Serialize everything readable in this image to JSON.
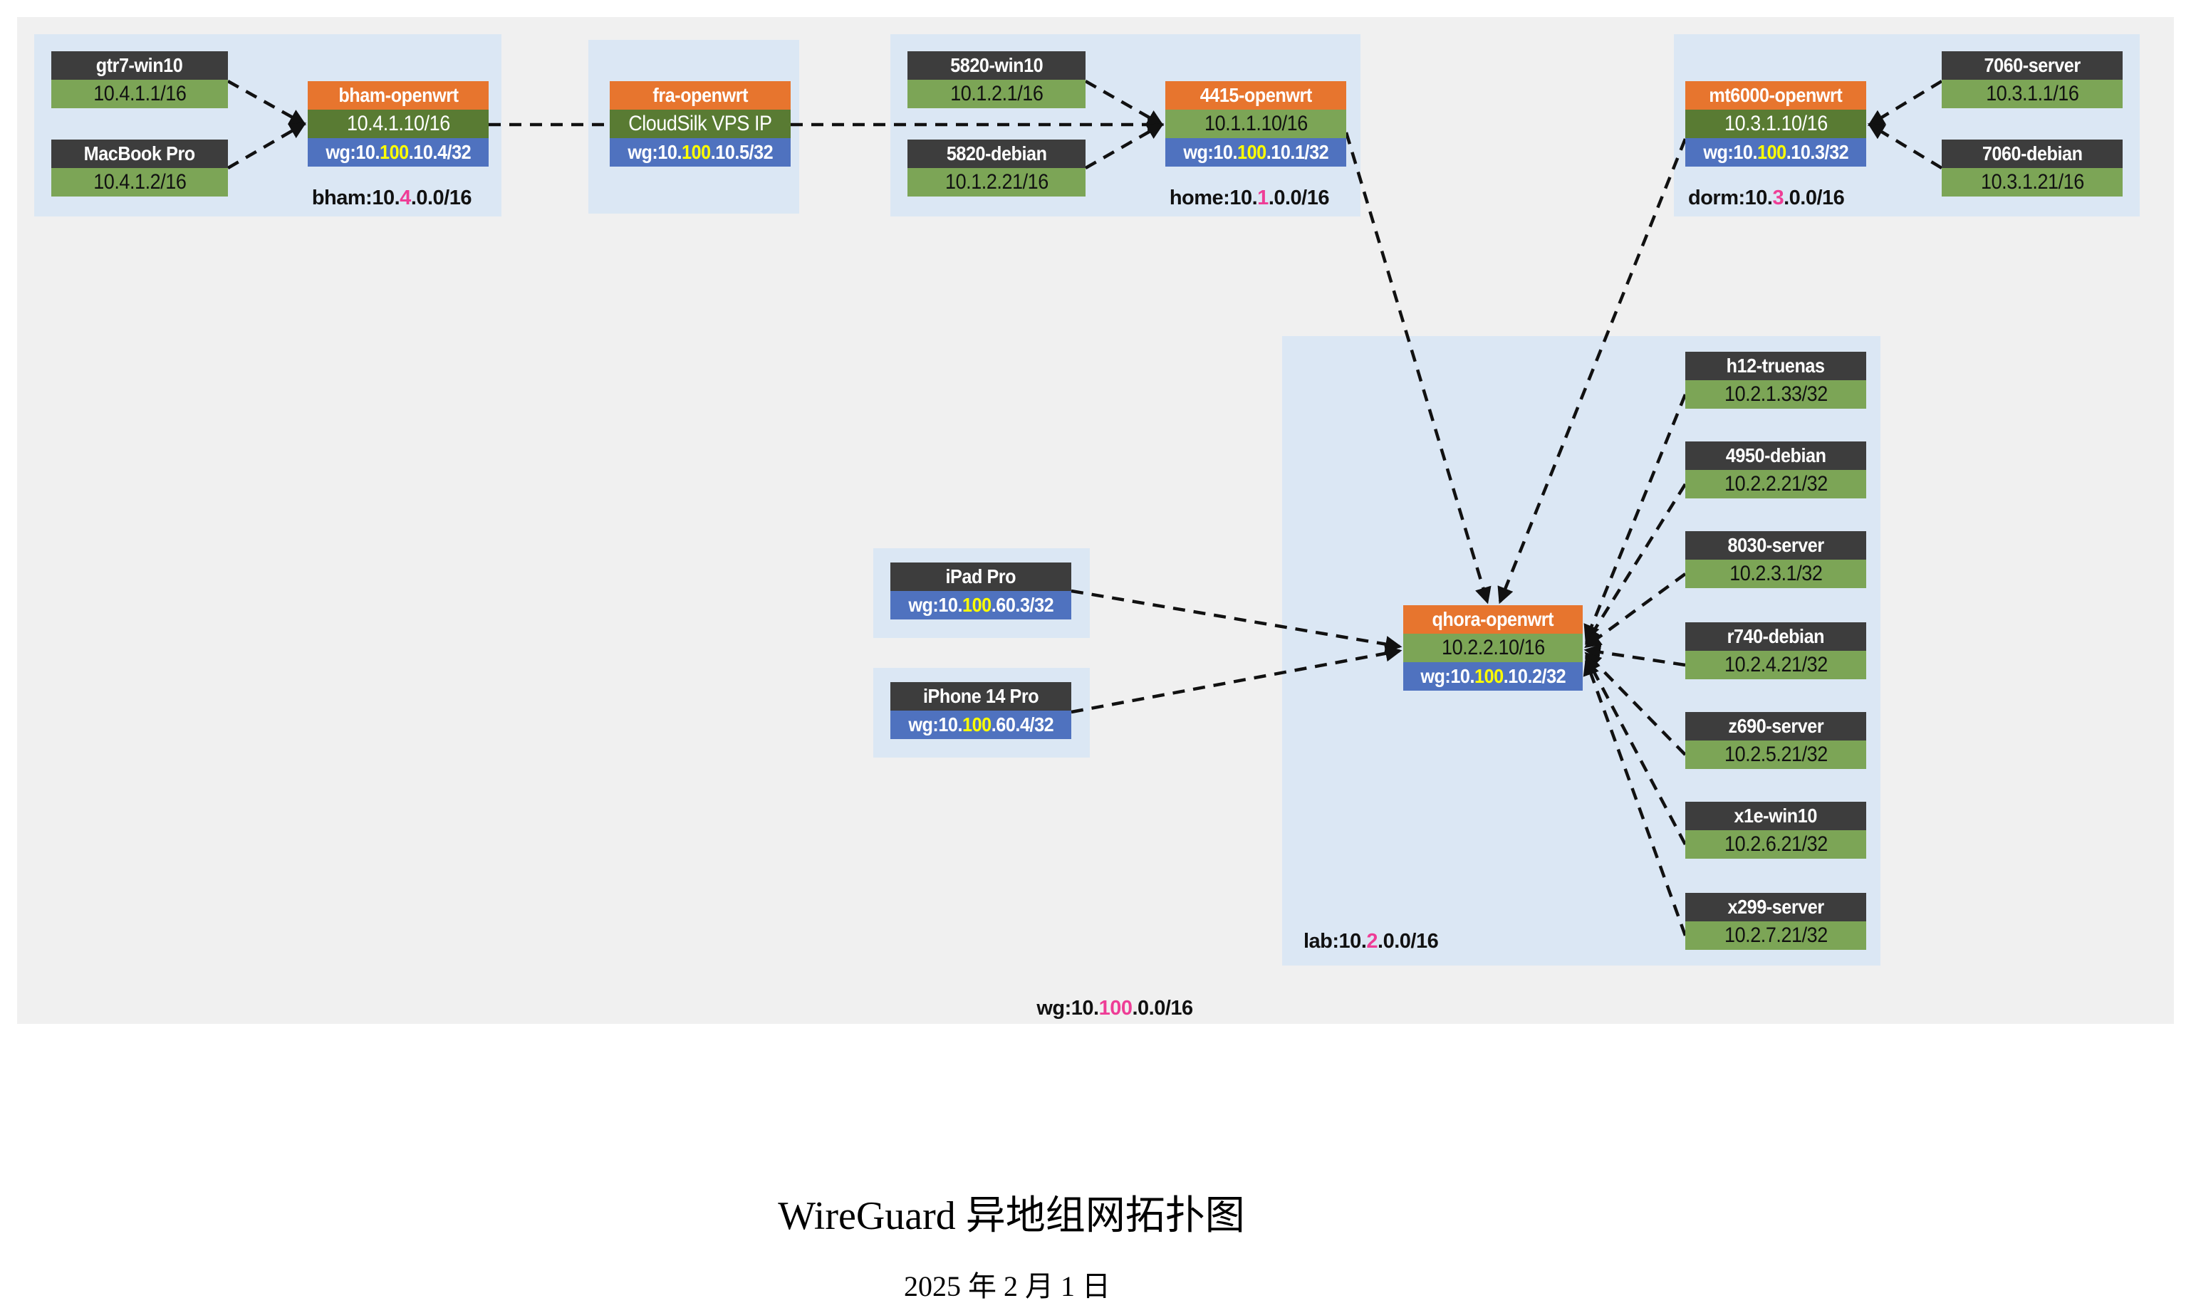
{
  "title": "WireGuard 异地组网拓扑图",
  "date": "2025 年 2 月 1 日",
  "colors": {
    "diagram_bg": "#f0f0f0",
    "group_bg": "#dbe7f4",
    "node_header_dark": "#3d3d3d",
    "router_header_orange": "#e7752e",
    "lan_green_light": "#7ca556",
    "lan_green_dark": "#597b33",
    "wg_blue": "#4f72bf",
    "highlight_yellow": "#ffff00",
    "highlight_pink": "#ee3d96",
    "edge_black": "#111111"
  },
  "wg_label": {
    "pre": "wg:10.",
    "hl": "100",
    "post": ".0.0/16"
  },
  "groups": {
    "bham": {
      "label": {
        "pre": "bham:10.",
        "hl": "4",
        "post": ".0.0/16"
      },
      "nodes": {
        "gtr7": {
          "name": "gtr7-win10",
          "lan": "10.4.1.1/16"
        },
        "macbook": {
          "name": "MacBook Pro",
          "lan": "10.4.1.2/16"
        },
        "router": {
          "name": "bham-openwrt",
          "lan": "10.4.1.10/16",
          "wg": {
            "pre": "wg:10.",
            "hl": "100",
            "post": ".10.4/32"
          }
        }
      }
    },
    "fra": {
      "nodes": {
        "router": {
          "name": "fra-openwrt",
          "lan": "CloudSilk VPS IP",
          "wg": {
            "pre": "wg:10.",
            "hl": "100",
            "post": ".10.5/32"
          }
        }
      }
    },
    "home": {
      "label": {
        "pre": "home:10.",
        "hl": "1",
        "post": ".0.0/16"
      },
      "nodes": {
        "win10": {
          "name": "5820-win10",
          "lan": "10.1.2.1/16"
        },
        "debian": {
          "name": "5820-debian",
          "lan": "10.1.2.21/16"
        },
        "router": {
          "name": "4415-openwrt",
          "lan": "10.1.1.10/16",
          "wg": {
            "pre": "wg:10.",
            "hl": "100",
            "post": ".10.1/32"
          }
        }
      }
    },
    "dorm": {
      "label": {
        "pre": "dorm:10.",
        "hl": "3",
        "post": ".0.0/16"
      },
      "nodes": {
        "router": {
          "name": "mt6000-openwrt",
          "lan": "10.3.1.10/16",
          "wg": {
            "pre": "wg:10.",
            "hl": "100",
            "post": ".10.3/32"
          }
        },
        "server": {
          "name": "7060-server",
          "lan": "10.3.1.1/16"
        },
        "debian": {
          "name": "7060-debian",
          "lan": "10.3.1.21/16"
        }
      }
    },
    "lab": {
      "label": {
        "pre": "lab:10.",
        "hl": "2",
        "post": ".0.0/16"
      },
      "nodes": {
        "router": {
          "name": "qhora-openwrt",
          "lan": "10.2.2.10/16",
          "wg": {
            "pre": "wg:10.",
            "hl": "100",
            "post": ".10.2/32"
          }
        },
        "h12": {
          "name": "h12-truenas",
          "lan": "10.2.1.33/32"
        },
        "n4950": {
          "name": "4950-debian",
          "lan": "10.2.2.21/32"
        },
        "n8030": {
          "name": "8030-server",
          "lan": "10.2.3.1/32"
        },
        "r740": {
          "name": "r740-debian",
          "lan": "10.2.4.21/32"
        },
        "z690": {
          "name": "z690-server",
          "lan": "10.2.5.21/32"
        },
        "x1e": {
          "name": "x1e-win10",
          "lan": "10.2.6.21/32"
        },
        "x299": {
          "name": "x299-server",
          "lan": "10.2.7.21/32"
        }
      }
    },
    "ipad": {
      "nodes": {
        "device": {
          "name": "iPad Pro",
          "wg": {
            "pre": "wg:10.",
            "hl": "100",
            "post": ".60.3/32"
          }
        }
      }
    },
    "iphone": {
      "nodes": {
        "device": {
          "name": "iPhone 14 Pro",
          "wg": {
            "pre": "wg:10.",
            "hl": "100",
            "post": ".60.4/32"
          }
        }
      }
    }
  }
}
